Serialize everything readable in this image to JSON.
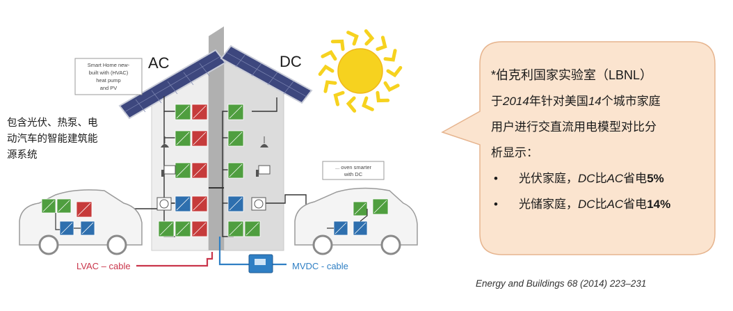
{
  "labels": {
    "ac": "AC",
    "dc": "DC",
    "lvac_cable": "LVAC – cable",
    "mvdc_cable": "MVDC - cable"
  },
  "smart_home_note": [
    "Smart Home new-",
    "built with (HVAC)",
    "heat pump",
    "and PV"
  ],
  "oven_note": [
    "... oven smarter",
    "with DC"
  ],
  "side_text": [
    "包含光伏、热泵、电",
    "动汽车的智能建筑能",
    "源系统"
  ],
  "bubble": {
    "line1": "*伯克利国家实验室（LBNL）",
    "line2_a": "于",
    "line2_year": "2014",
    "line2_b": "年针对美国",
    "line2_num": "14",
    "line2_c": "个城市家庭",
    "line3": "用户进行交直流用电模型对比分",
    "line4": "析显示：",
    "bullets": [
      {
        "a": "光伏家庭，",
        "dc": "DC",
        "mid": "比",
        "ac": "AC",
        "save": "省电",
        "pct": "5%"
      },
      {
        "a": "光储家庭，",
        "dc": "DC",
        "mid": "比",
        "ac": "AC",
        "save": "省电",
        "pct": "14%"
      }
    ]
  },
  "citation": "Energy and Buildings 68 (2014) 223–231",
  "colors": {
    "ac_wire": "#c9344a",
    "dc_wire": "#2f7fc4",
    "bubble_fill": "#fbe4cf",
    "bubble_stroke": "#e6b48e",
    "green_box": "#4f9e3f",
    "red_box": "#c63b3b",
    "blue_box": "#2e6fae",
    "sun": "#f6d21f"
  }
}
